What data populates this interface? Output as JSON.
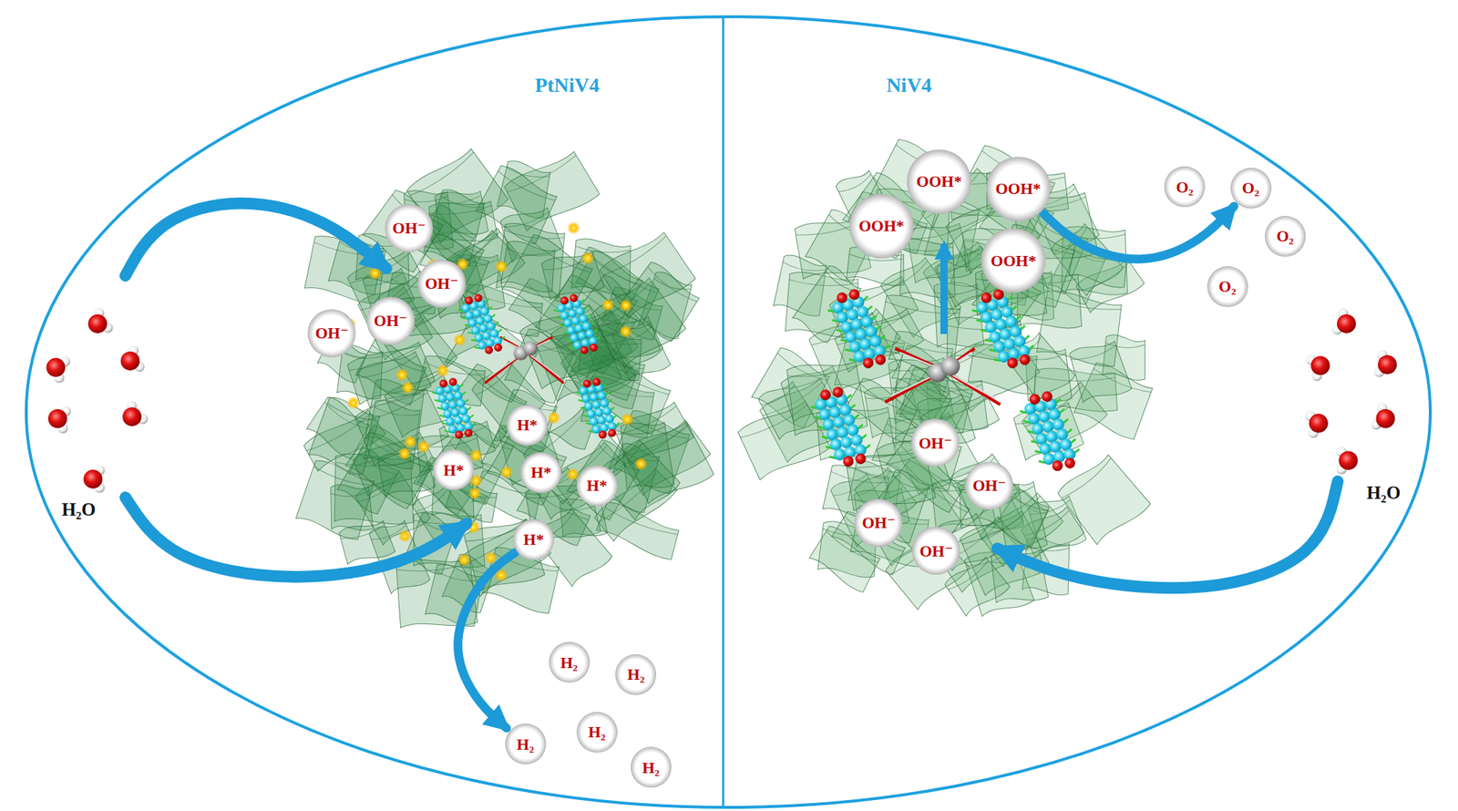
{
  "diagram": {
    "nodes": [
      {
        "text": [
          "OH⁻"
        ]
      },
      {
        "text": [
          "OH⁻"
        ]
      },
      {
        "text": [
          "OH⁻"
        ]
      },
      {
        "text": [
          "OH⁻"
        ]
      },
      {
        "text": [
          "H*"
        ]
      },
      {
        "text": [
          "H*"
        ]
      },
      {
        "text": [
          "H*"
        ]
      },
      {
        "text": [
          "H*"
        ]
      },
      {
        "text": [
          "H*"
        ]
      },
      {
        "text": [
          "H₂"
        ]
      },
      {
        "text": [
          "H₂"
        ]
      },
      {
        "text": [
          "H₂"
        ]
      },
      {
        "text": [
          "H₂"
        ]
      },
      {
        "text": [
          "H₂"
        ]
      },
      {
        "text": [
          "OOH*"
        ]
      },
      {
        "text": [
          "OOH*"
        ]
      },
      {
        "text": [
          "OOH*"
        ]
      },
      {
        "text": [
          "OOH*"
        ]
      },
      {
        "text": [
          "O₂"
        ]
      },
      {
        "text": [
          "O₂"
        ]
      },
      {
        "text": [
          "O₂"
        ]
      },
      {
        "text": [
          "O₂"
        ]
      },
      {
        "text": [
          "OH⁻"
        ]
      },
      {
        "text": [
          "OH⁻"
        ]
      },
      {
        "text": [
          "OH⁻"
        ]
      },
      {
        "text": [
          "OH⁻"
        ]
      }
    ],
    "edges": [
      {
        "from": 8,
        "to": 12,
        "arrow": "to"
      },
      {
        "from": 16,
        "to": 19,
        "arrow": "to"
      }
    ],
    "labels": [
      "PtNiV4",
      "NiV4",
      "H₂O",
      "H₂O"
    ]
  }
}
